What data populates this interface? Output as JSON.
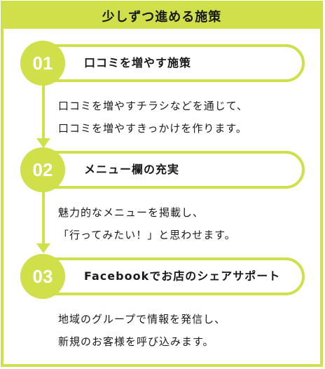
{
  "header": {
    "title": "少しずつ進める施策"
  },
  "steps": [
    {
      "number": "01",
      "title": "口コミを増やす施策",
      "lines": [
        "口コミを増やすチラシなどを通じて、",
        "口コミを増やすきっかけを作ります。"
      ]
    },
    {
      "number": "02",
      "title": "メニュー欄の充実",
      "lines": [
        "魅力的なメニューを掲載し、",
        "「行ってみたい！」と思わせます。"
      ]
    },
    {
      "number": "03",
      "title": "Facebookでお店のシェアサポート",
      "lines": [
        "地域のグループで情報を発信し、",
        "新規のお客様を呼び込みます。"
      ]
    }
  ],
  "colors": {
    "accent": "#cfe04a",
    "text": "#1a1a1a"
  }
}
